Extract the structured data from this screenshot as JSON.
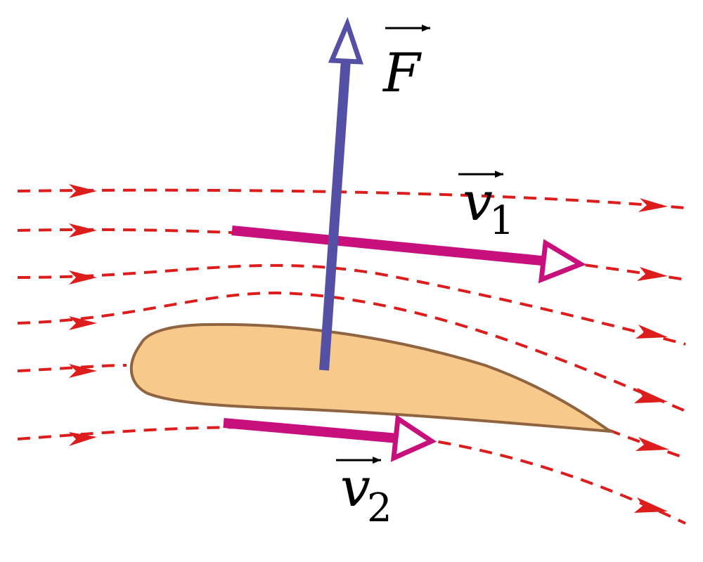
{
  "labels": {
    "force": {
      "symbol": "F",
      "subscript": ""
    },
    "v1": {
      "symbol": "v",
      "subscript": "1"
    },
    "v2": {
      "symbol": "v",
      "subscript": "2"
    }
  },
  "colors": {
    "streamline": "#dd1c1c",
    "force_arrow": "#5450a6",
    "velocity_arrow": "#c8107c",
    "airfoil_fill": "#f7c98a",
    "airfoil_stroke": "#8f6440",
    "text": "#000000"
  },
  "icons": {
    "force_arrow": "vector-arrow-open-head",
    "velocity_arrow": "vector-arrow-open-head",
    "streamline_markers": "filled-arrowhead"
  }
}
